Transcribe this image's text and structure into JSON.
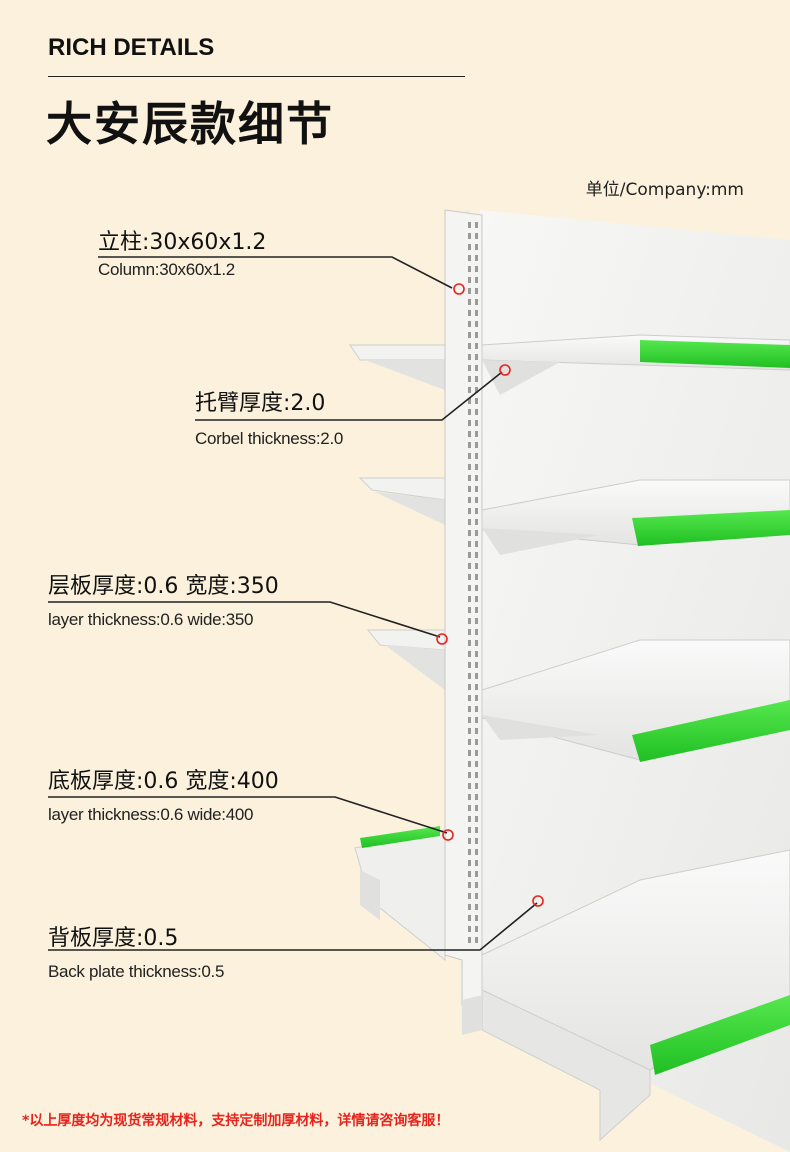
{
  "header": {
    "title_en": "RICH DETAILS",
    "title_cn": "大安辰款细节",
    "unit": "单位/Company:mm"
  },
  "callouts": [
    {
      "cn": "立柱:30x60x1.2",
      "en": "Column:30x60x1.2"
    },
    {
      "cn": "托臂厚度:2.0",
      "en": "Corbel thickness:2.0"
    },
    {
      "cn": "层板厚度:0.6 宽度:350",
      "en": "layer thickness:0.6 wide:350"
    },
    {
      "cn": "底板厚度:0.6 宽度:400",
      "en": "layer thickness:0.6 wide:400"
    },
    {
      "cn": "背板厚度:0.5",
      "en": "Back plate thickness:0.5"
    }
  ],
  "footnote": "*以上厚度均为现货常规材料，支持定制加厚材料，详情请咨询客服！",
  "colors": {
    "background": "#fbf1dc",
    "shelf_white": "#f4f4f2",
    "accent_green": "#2fd62f",
    "marker_red": "#e8231c"
  }
}
